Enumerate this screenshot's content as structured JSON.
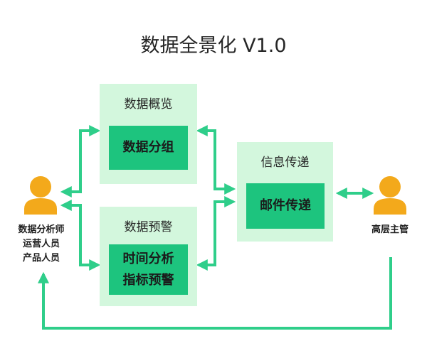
{
  "title": "数据全景化 V1.0",
  "colors": {
    "panel": "#d3f7dd",
    "box": "#1dc47e",
    "arrow": "#2fce8a",
    "person": "#f3a91b"
  },
  "panels": {
    "overview": {
      "title": "数据概览",
      "box_lines": [
        "数据分组"
      ]
    },
    "alert": {
      "title": "数据预警",
      "box_lines": [
        "时间分析",
        "指标预警"
      ]
    },
    "delivery": {
      "title": "信息传递",
      "box_lines": [
        "邮件传递"
      ]
    }
  },
  "people": {
    "left": {
      "icon": "person-icon",
      "lines": [
        "数据分析师",
        "运营人员",
        "产品人员"
      ]
    },
    "right": {
      "icon": "person-icon",
      "lines": [
        "高层主管"
      ]
    }
  }
}
